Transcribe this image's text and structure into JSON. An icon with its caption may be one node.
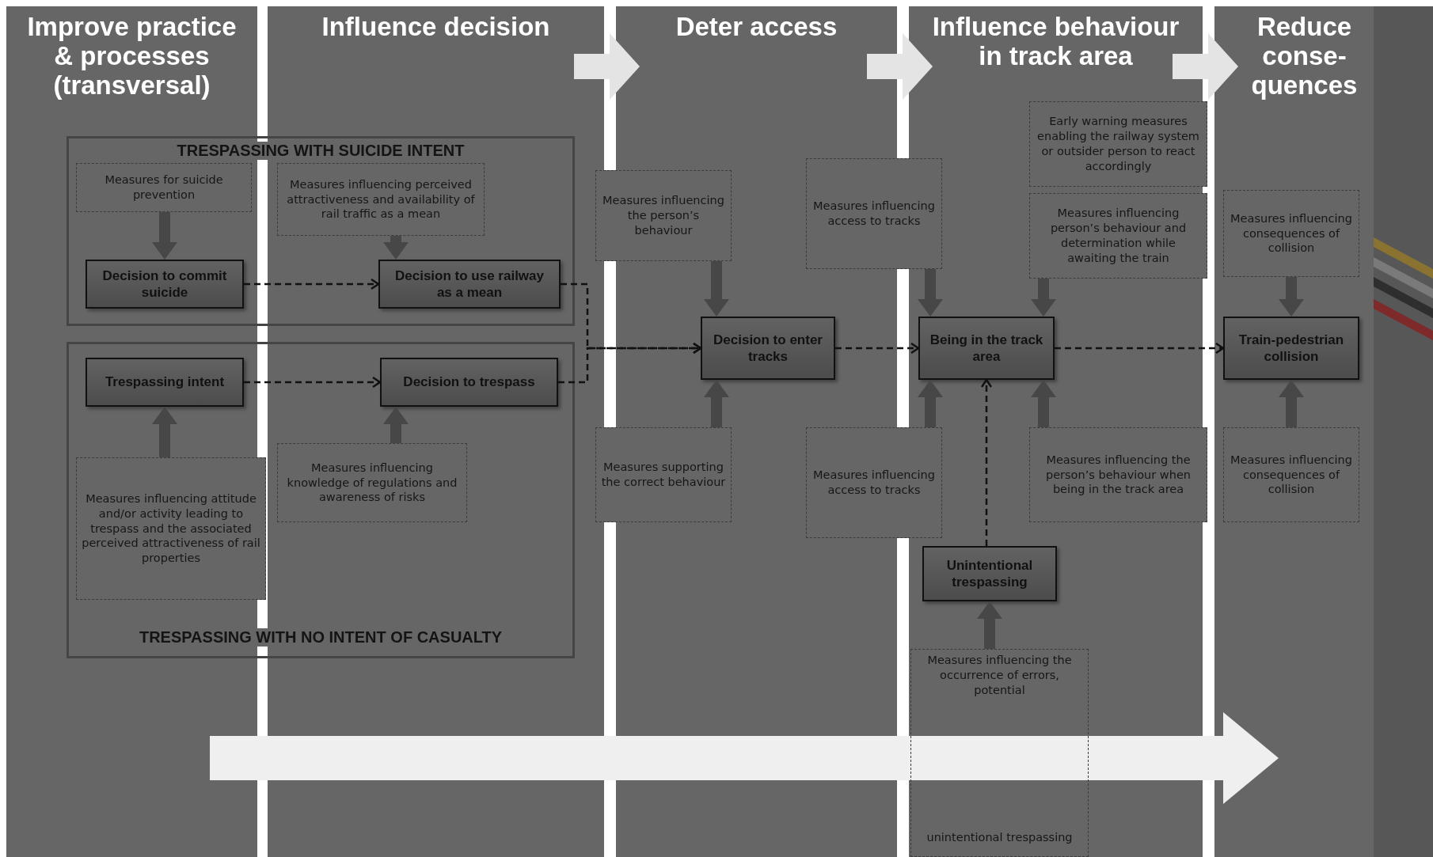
{
  "diagram": {
    "nodes": [
      {
        "text": [
          "TRESPASSING WITH SUICIDE INTENT"
        ]
      },
      {
        "text": [
          "Measures for suicide prevention"
        ],
        "in": 0
      },
      {
        "text": [
          "Measures influencing perceived attractiveness and availability of rail traffic as a mean"
        ],
        "in": 0
      },
      {
        "text": [
          "Decision to commit suicide"
        ],
        "in": 0
      },
      {
        "text": [
          "Decision to use railway as a mean"
        ],
        "in": 0
      },
      {
        "text": [
          "TRESPASSING WITH NO INTENT OF CASUALTY"
        ]
      },
      {
        "text": [
          "Trespassing intent"
        ],
        "in": 5
      },
      {
        "text": [
          "Decision to trespass"
        ],
        "in": 5
      },
      {
        "text": [
          "Measures influencing attitude and/or activity leading to trespass and the associated perceived attractiveness of rail properties"
        ],
        "in": 5
      },
      {
        "text": [
          "Measures influencing knowledge of regulations and awareness of risks"
        ],
        "in": 5
      },
      {
        "text": [
          "Measures influencing the person’s behaviour"
        ]
      },
      {
        "text": [
          "Measures influencing access to tracks"
        ]
      },
      {
        "text": [
          "Decision to enter tracks"
        ]
      },
      {
        "text": [
          "Measures supporting the correct behaviour"
        ]
      },
      {
        "text": [
          "Measures influencing access to tracks"
        ]
      },
      {
        "text": [
          "Early warning measures enabling the railway system or outsider person to react accordingly"
        ]
      },
      {
        "text": [
          "Measures influencing person’s behaviour and determination while awaiting the train"
        ]
      },
      {
        "text": [
          "Being in the track area"
        ]
      },
      {
        "text": [
          "Measures influencing the person’s behaviour when being in the track area"
        ]
      },
      {
        "text": [
          "Unintentional trespassing"
        ]
      },
      {
        "text": [
          "Measures influencing the occurrence of errors, potential",
          "unintentional trespassing"
        ]
      },
      {
        "text": [
          "Measures influencing consequences of collision"
        ]
      },
      {
        "text": [
          "Train-pedestrian collision"
        ]
      },
      {
        "text": [
          "Measures influencing consequences of collision"
        ]
      }
    ],
    "edges": [
      {
        "from": 3,
        "to": 4,
        "arrow": "to",
        "style": "dashed",
        "color": "#111111"
      },
      {
        "from": 6,
        "to": 7,
        "arrow": "to",
        "style": "dashed",
        "color": "#111111"
      },
      {
        "from": 4,
        "to": 12,
        "arrow": "to",
        "style": "dashed",
        "color": "#111111"
      },
      {
        "from": 7,
        "to": 12,
        "arrow": "to",
        "style": "dashed",
        "color": "#111111"
      },
      {
        "from": 12,
        "to": 17,
        "arrow": "to",
        "style": "dashed",
        "color": "#111111"
      },
      {
        "from": 17,
        "to": 22,
        "arrow": "to",
        "style": "dashed",
        "color": "#111111"
      },
      {
        "from": 19,
        "to": 17,
        "arrow": "to",
        "style": "dashed",
        "color": "#111111"
      },
      {
        "from": 1,
        "to": 3,
        "arrow": "to"
      },
      {
        "from": 2,
        "to": 4,
        "arrow": "to"
      },
      {
        "from": 8,
        "to": 6,
        "arrow": "to"
      },
      {
        "from": 9,
        "to": 7,
        "arrow": "to"
      },
      {
        "from": 10,
        "to": 12,
        "arrow": "to"
      },
      {
        "from": 13,
        "to": 12,
        "arrow": "to"
      },
      {
        "from": 11,
        "to": 17,
        "arrow": "to"
      },
      {
        "from": 14,
        "to": 17,
        "arrow": "to"
      },
      {
        "from": 16,
        "to": 17,
        "arrow": "to"
      },
      {
        "from": 18,
        "to": 17,
        "arrow": "to"
      },
      {
        "from": 20,
        "to": 19,
        "arrow": "to"
      },
      {
        "from": 21,
        "to": 22,
        "arrow": "to"
      },
      {
        "from": 23,
        "to": 22,
        "arrow": "to"
      }
    ],
    "labels": [
      "Improve practice & processes (transversal)",
      "Influence decision",
      "Deter access",
      "Influence behaviour in track area",
      "Reduce conse- quences"
    ]
  }
}
